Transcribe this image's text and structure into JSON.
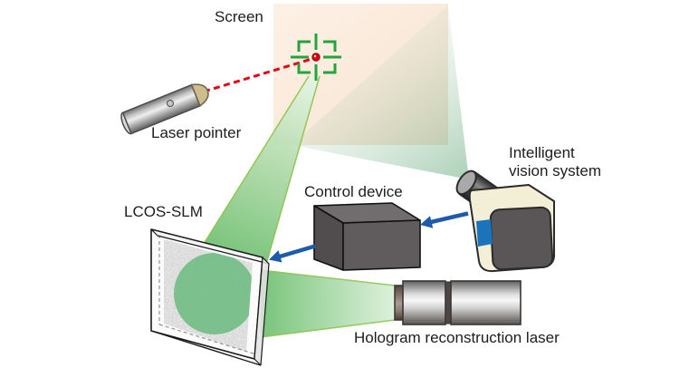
{
  "labels": {
    "screen": "Screen",
    "laser_pointer": "Laser pointer",
    "lcos_slm": "LCOS-SLM",
    "control_device": "Control device",
    "vision_system_line1": "Intelligent",
    "vision_system_line2": "vision system",
    "hologram_laser": "Hologram reconstruction laser"
  },
  "colors": {
    "screen_peach_light": "#fdf1e5",
    "screen_peach_dark": "#f7e3d2",
    "cone_green": "#69ab7d",
    "beam_green": "#74c276",
    "beam_light_green": "#e3f5e5",
    "beam_edge_green": "#8bc34a",
    "crosshair_green": "#22a53c",
    "laser_red": "#e60012",
    "arrow_blue": "#1d5cad",
    "camera_body_cream": "#f3eed6",
    "camera_sensor_blue": "#1b74bb",
    "spot_green": "#63b878"
  }
}
